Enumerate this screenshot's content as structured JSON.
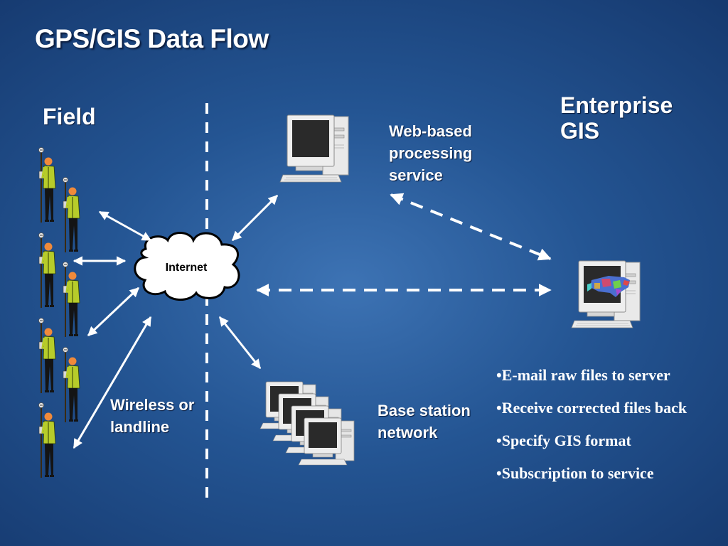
{
  "title": "GPS/GIS Data Flow",
  "labels": {
    "field": "Field",
    "enterprise": "Enterprise GIS",
    "web_service": "Web-based processing service",
    "internet": "Internet",
    "wireless": "Wireless or landline",
    "base_station": "Base station network"
  },
  "bullets": [
    "E-mail raw files to server",
    "Receive corrected files back",
    "Specify GIS format",
    "Subscription to service"
  ],
  "colors": {
    "background": "#245593",
    "text": "#ffffff",
    "worker_vest": "#b7cc2a",
    "worker_body": "#1a1a1a",
    "worker_skin": "#f08a3a",
    "computer_case": "#e9e9e9",
    "screen": "#2a2a2a"
  }
}
